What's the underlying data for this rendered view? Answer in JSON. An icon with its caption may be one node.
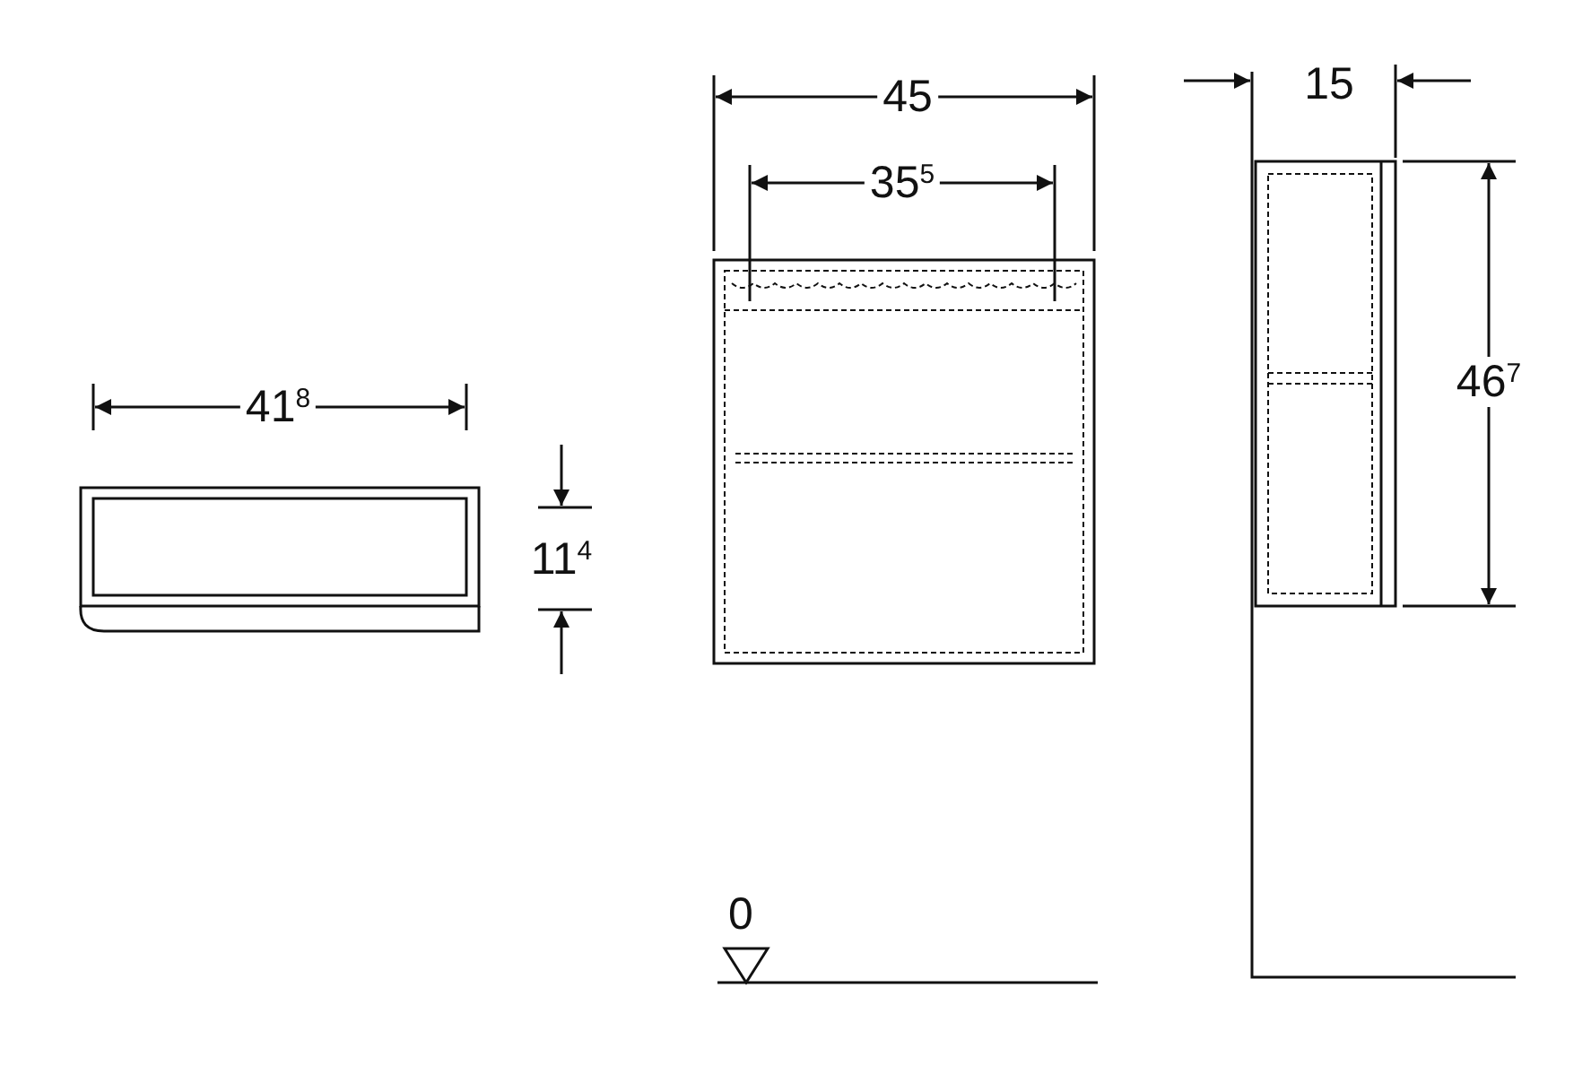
{
  "diagram": {
    "labels": [
      "41$^{8}$",
      "11$^{4}$",
      "45",
      "35$^{5}$",
      "15",
      "46$^{7}$",
      "0"
    ]
  }
}
